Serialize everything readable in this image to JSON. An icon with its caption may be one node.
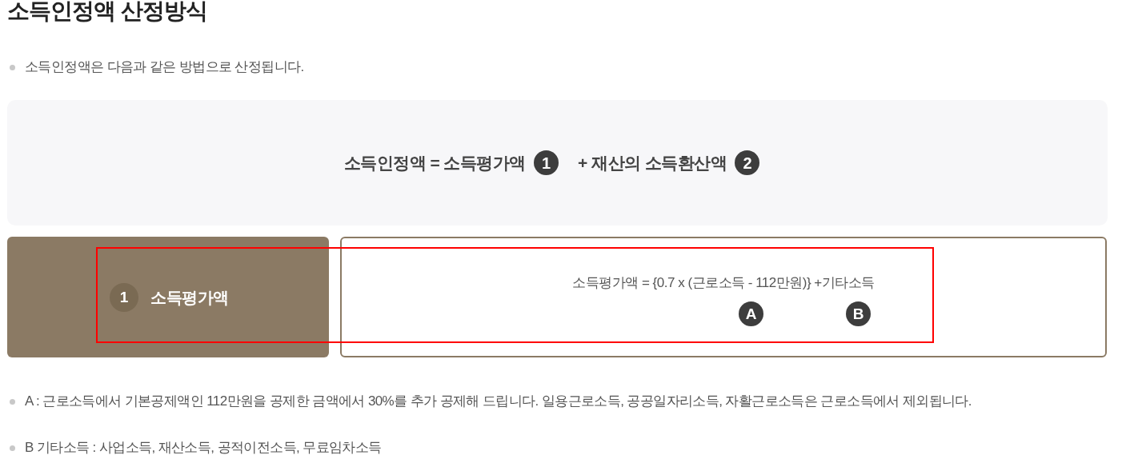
{
  "diagram": {
    "title": "소득인정액 산정방식",
    "nodes": [
      {
        "text": [
          "소득인정액 = 소득평가액",
          "+ 재산의 소득환산액"
        ]
      },
      {
        "text": [
          "1"
        ],
        "in": 0
      },
      {
        "text": [
          "2"
        ],
        "in": 0
      },
      {
        "text": [
          "소득평가액"
        ]
      },
      {
        "text": [
          "1"
        ],
        "in": 3
      },
      {
        "text": [
          "소득평가액 = {0.7 x (근로소득 - 112만원)} +기타소득"
        ]
      },
      {
        "text": [
          "A"
        ],
        "in": 5
      },
      {
        "text": [
          "B"
        ],
        "in": 5
      }
    ],
    "labels": [
      "소득인정액은 다음과 같은 방법으로 산정됩니다.",
      "A : 근로소득에서 기본공제액인 112만원을 공제한 금액에서 30%를 추가 공제해 드립니다. 일용근로소득, 공공일자리소득, 자활근로소득은 근로소득에서 제외됩니다.",
      "B 기타소득 : 사업소득, 재산소득, 공적이전소득, 무료임차소득"
    ]
  }
}
